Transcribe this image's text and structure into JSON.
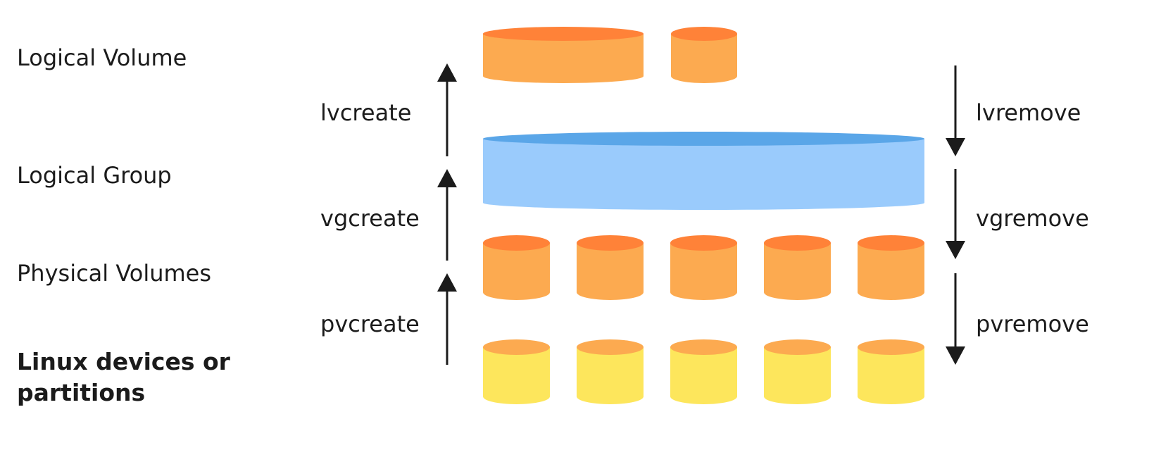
{
  "layers": {
    "logical_volume": "Logical Volume",
    "logical_group": "Logical Group",
    "physical_volumes": "Physical Volumes",
    "linux_devices": "Linux devices or partitions"
  },
  "commands": {
    "lvcreate": "lvcreate",
    "vgcreate": "vgcreate",
    "pvcreate": "pvcreate",
    "lvremove": "lvremove",
    "vgremove": "vgremove",
    "pvremove": "pvremove"
  },
  "colors": {
    "orange_side": "#FCAA50",
    "orange_top": "#FF8238",
    "blue_side": "#9ACBFC",
    "blue_top": "#5AA6E8",
    "yellow_side": "#FDE65C",
    "yellow_top": "#FCAA50",
    "arrow": "#1b1b1b"
  },
  "icons": {
    "up_arrow": "arrow-up-icon",
    "down_arrow": "arrow-down-icon"
  }
}
